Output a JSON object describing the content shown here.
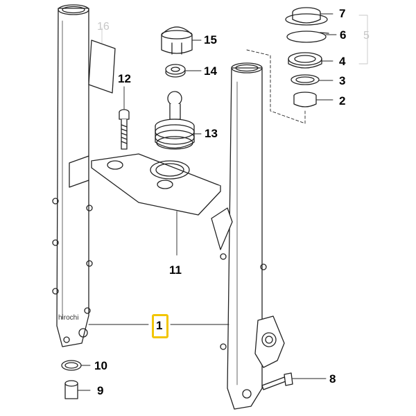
{
  "callouts": {
    "c1": "1",
    "c2": "2",
    "c3": "3",
    "c4": "4",
    "c5": "5",
    "c6": "6",
    "c7": "7",
    "c8": "8",
    "c9": "9",
    "c10": "10",
    "c11": "11",
    "c12": "12",
    "c13": "13",
    "c14": "14",
    "c15": "15",
    "c16": "16"
  },
  "watermark": "hirochi",
  "colors": {
    "line": "#222222",
    "highlight": "#f2c500",
    "grey_label": "#c7c7c7"
  }
}
